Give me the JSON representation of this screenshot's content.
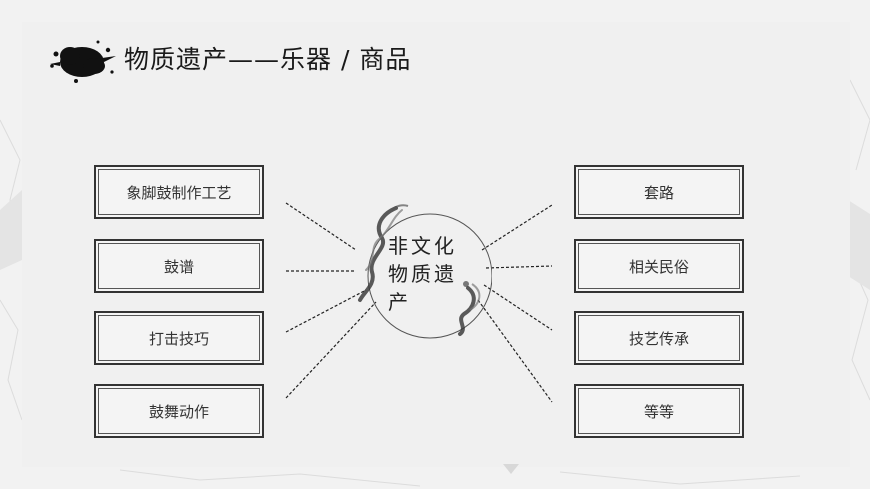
{
  "title": "物质遗产——乐器 / 商品",
  "center": {
    "label": "非文化物质遗产"
  },
  "left_items": [
    "象脚鼓制作工艺",
    "鼓谱",
    "打击技巧",
    "鼓舞动作"
  ],
  "right_items": [
    "套路",
    "相关民俗",
    "技艺传承",
    "等等"
  ],
  "colors": {
    "ink": "#1a1a1a",
    "box_border": "#333333",
    "background": "#f2f2f2"
  },
  "icons": [
    "ink-splash-icon",
    "ink-smoke-icon"
  ]
}
